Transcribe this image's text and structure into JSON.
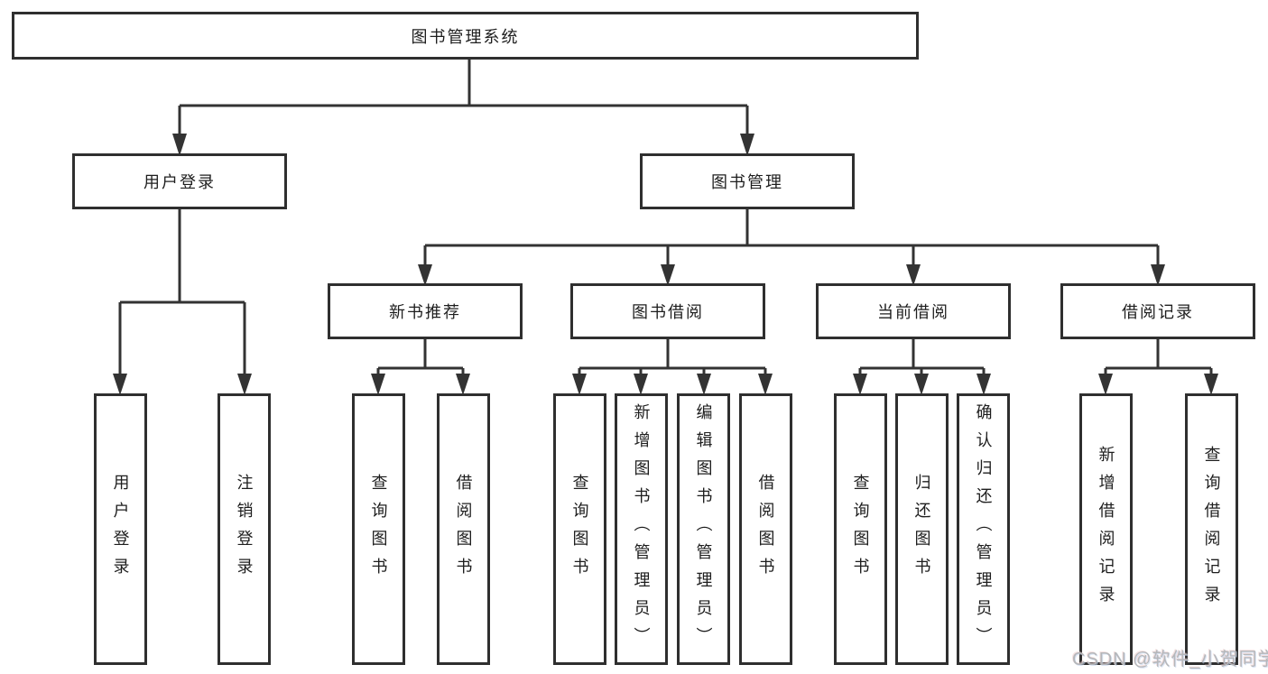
{
  "diagram_title": "图书管理系统",
  "tree": {
    "label": "图书管理系统",
    "children": [
      {
        "label": "用户登录",
        "children": [
          {
            "label": "用户登录"
          },
          {
            "label": "注销登录"
          }
        ]
      },
      {
        "label": "图书管理",
        "children": [
          {
            "label": "新书推荐",
            "children": [
              {
                "label": "查询图书"
              },
              {
                "label": "借阅图书"
              }
            ]
          },
          {
            "label": "图书借阅",
            "children": [
              {
                "label": "查询图书"
              },
              {
                "label": "新增图书（管理员）"
              },
              {
                "label": "编辑图书（管理员）"
              },
              {
                "label": "借阅图书"
              }
            ]
          },
          {
            "label": "当前借阅",
            "children": [
              {
                "label": "查询图书"
              },
              {
                "label": "归还图书"
              },
              {
                "label": "确认归还（管理员）"
              }
            ]
          },
          {
            "label": "借阅记录",
            "children": [
              {
                "label": "新增借阅记录"
              },
              {
                "label": "查询借阅记录"
              }
            ]
          }
        ]
      }
    ]
  },
  "watermark": "CSDN @软件_小贺同学",
  "colors": {
    "line": "#333333",
    "box_border": "#2f2f2f",
    "box_fill": "#ffffff",
    "text": "#1e1e1e",
    "watermark": "#b5b7ba"
  }
}
